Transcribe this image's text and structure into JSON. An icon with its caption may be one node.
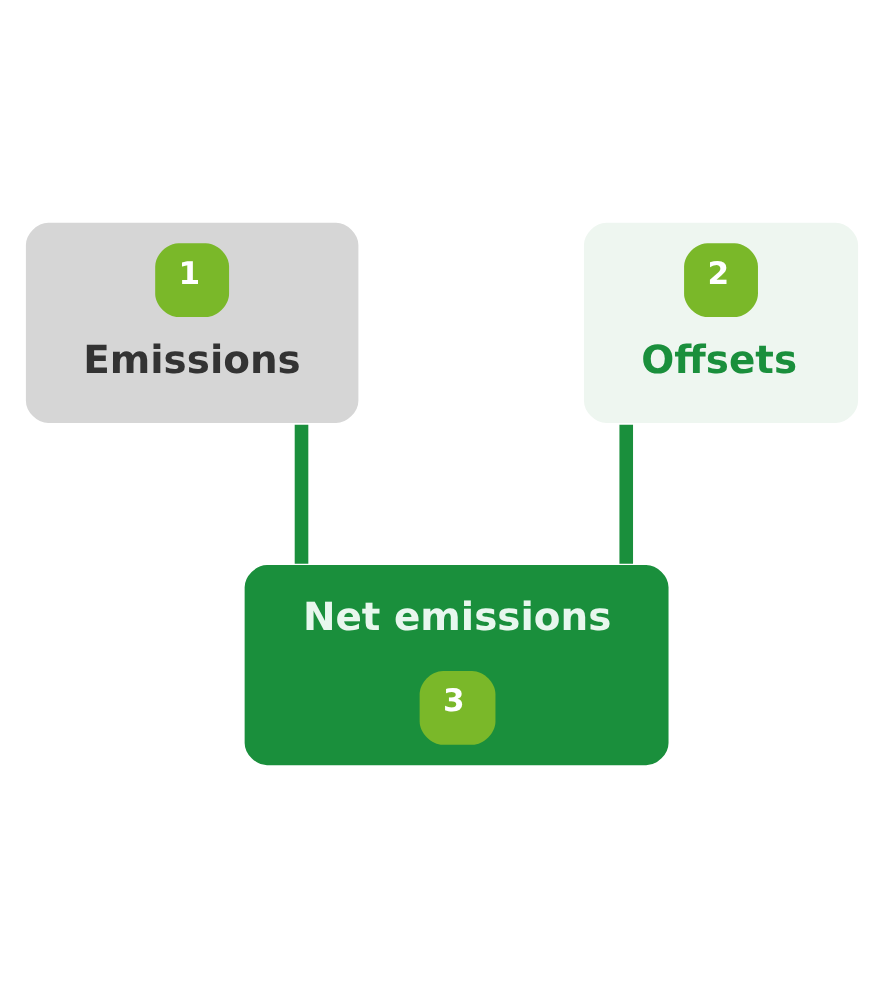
{
  "diagram": {
    "nodes": [
      {
        "text": [
          "1",
          "Emissions"
        ]
      },
      {
        "text": [
          "2",
          "Offsets"
        ]
      },
      {
        "text": [
          "Net emissions",
          "3"
        ]
      }
    ],
    "edges": [
      {
        "from": 0,
        "to": 2,
        "arrow": "none"
      },
      {
        "from": 1,
        "to": 2,
        "arrow": "none"
      }
    ]
  }
}
